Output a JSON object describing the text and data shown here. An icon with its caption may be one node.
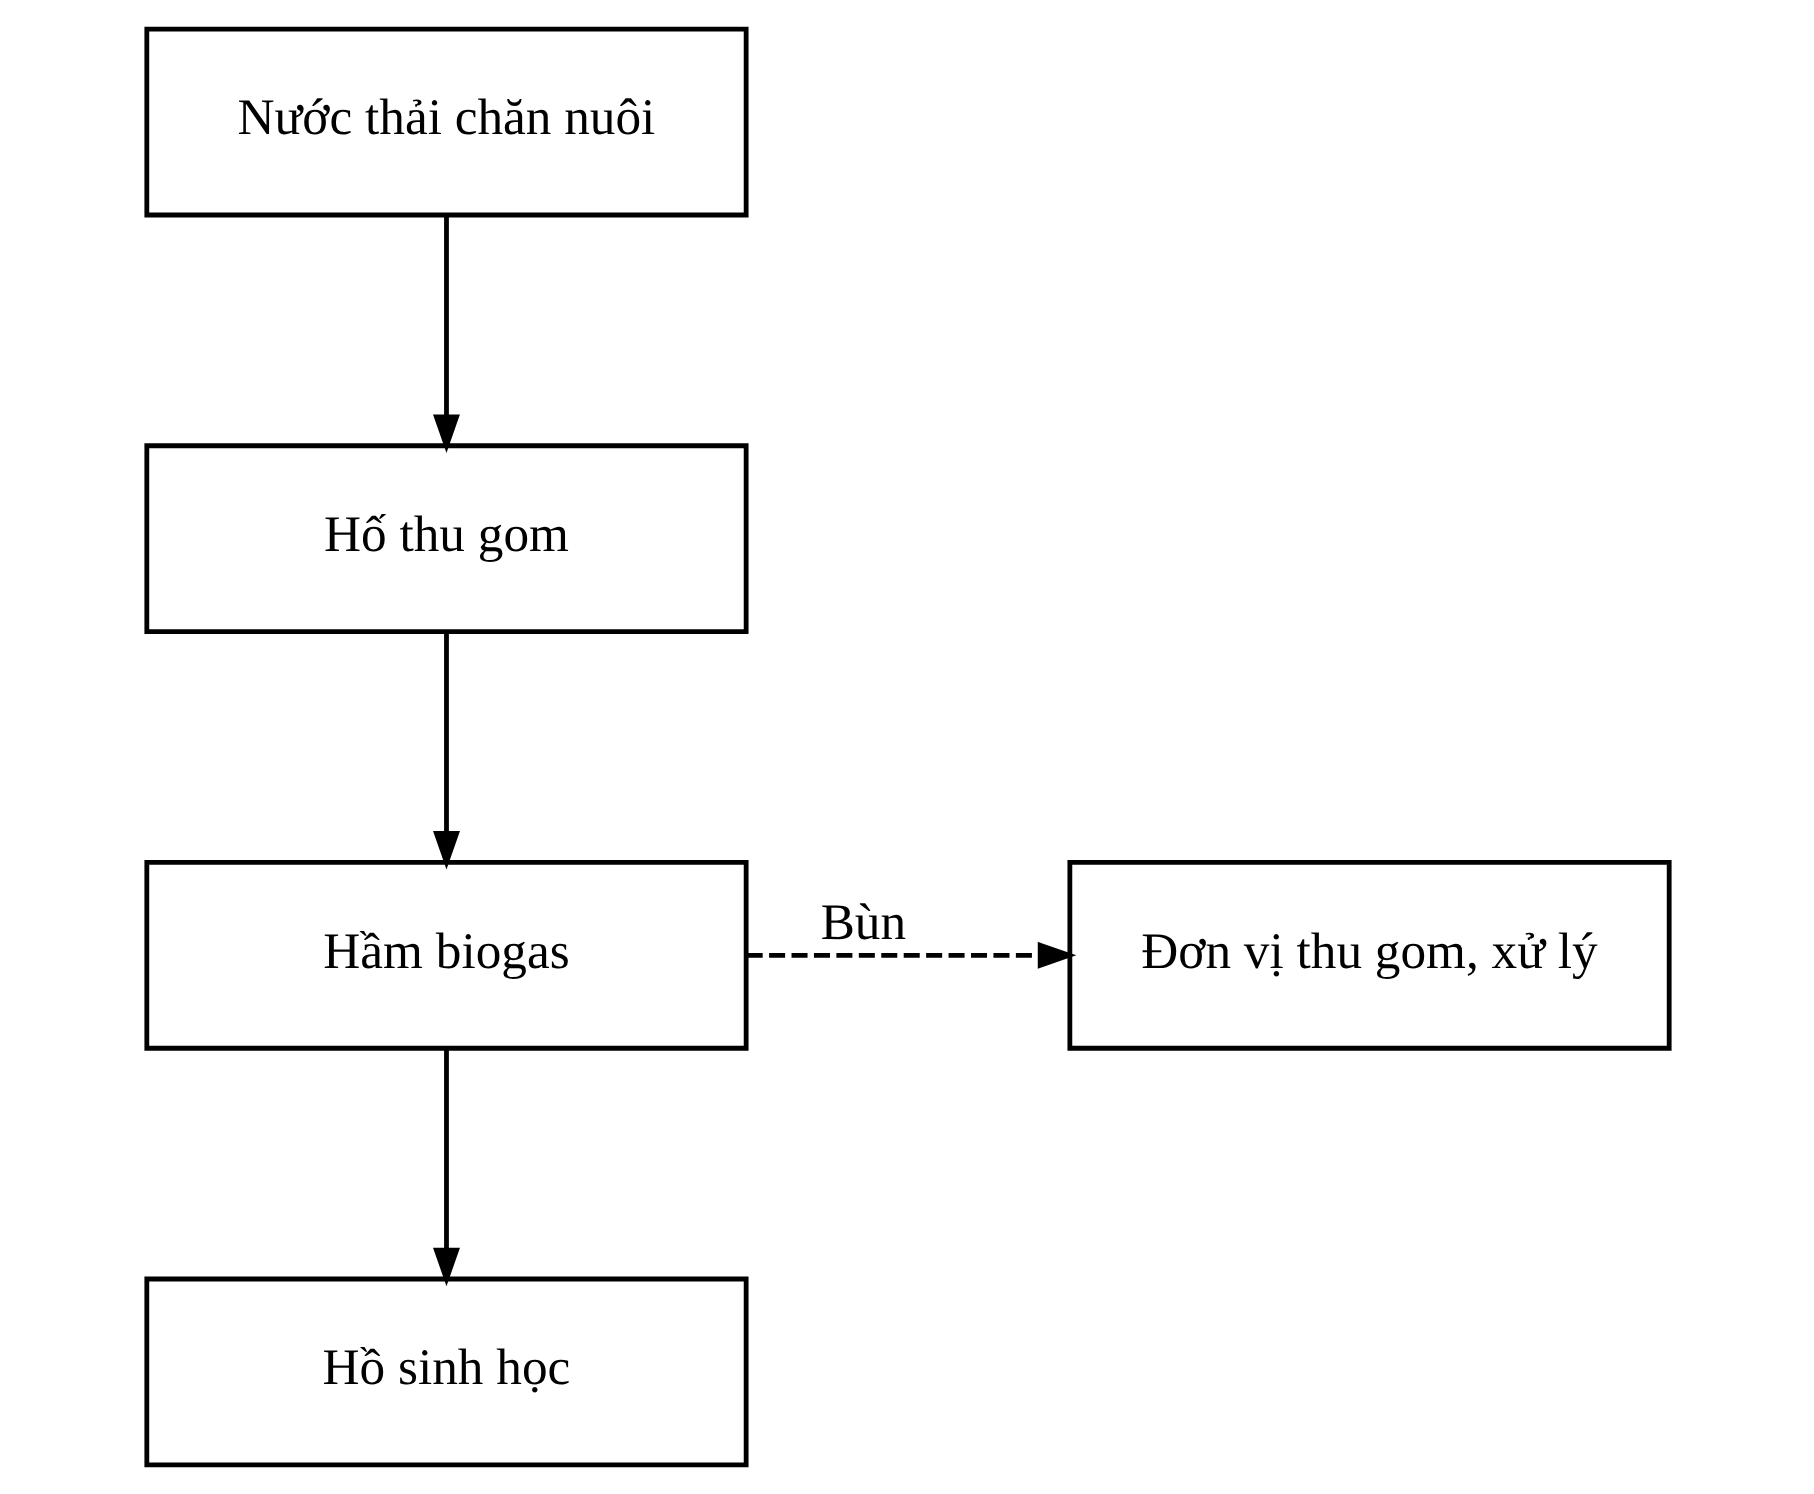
{
  "diagram": {
    "nodes": [
      {
        "text": [
          "Nước thải chăn nuôi"
        ]
      },
      {
        "text": [
          "Hố thu gom"
        ]
      },
      {
        "text": [
          "Hầm biogas"
        ]
      },
      {
        "text": [
          "Đơn vị thu gom, xử lý"
        ]
      },
      {
        "text": [
          "Hồ sinh học"
        ]
      }
    ],
    "edges": [
      {
        "from": 0,
        "to": 1,
        "arrow": "to"
      },
      {
        "from": 1,
        "to": 2,
        "arrow": "to"
      },
      {
        "from": 2,
        "to": 3,
        "arrow": "to",
        "label": "Bùn",
        "style": "dashed"
      },
      {
        "from": 2,
        "to": 4,
        "arrow": "to"
      }
    ]
  }
}
